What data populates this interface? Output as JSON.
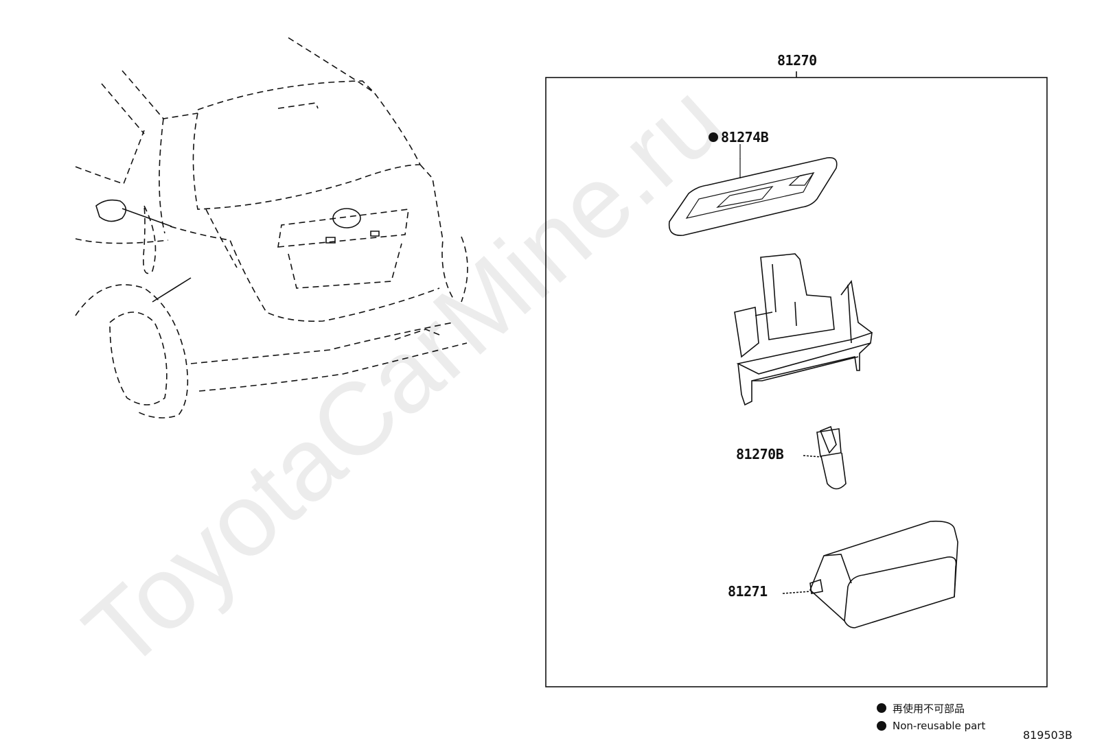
{
  "watermark": "ToyotaCarMine.ru",
  "diagram_id": "819503B",
  "parts": {
    "assembly": "81270",
    "lens_gasket": "81274B",
    "bulb": "81270B",
    "lens": "81271"
  },
  "legend": {
    "symbol": "●",
    "japanese": "再使用不可部品",
    "english": "Non-reusable part"
  },
  "colors": {
    "line": "#111111",
    "watermark": "#ececec"
  }
}
